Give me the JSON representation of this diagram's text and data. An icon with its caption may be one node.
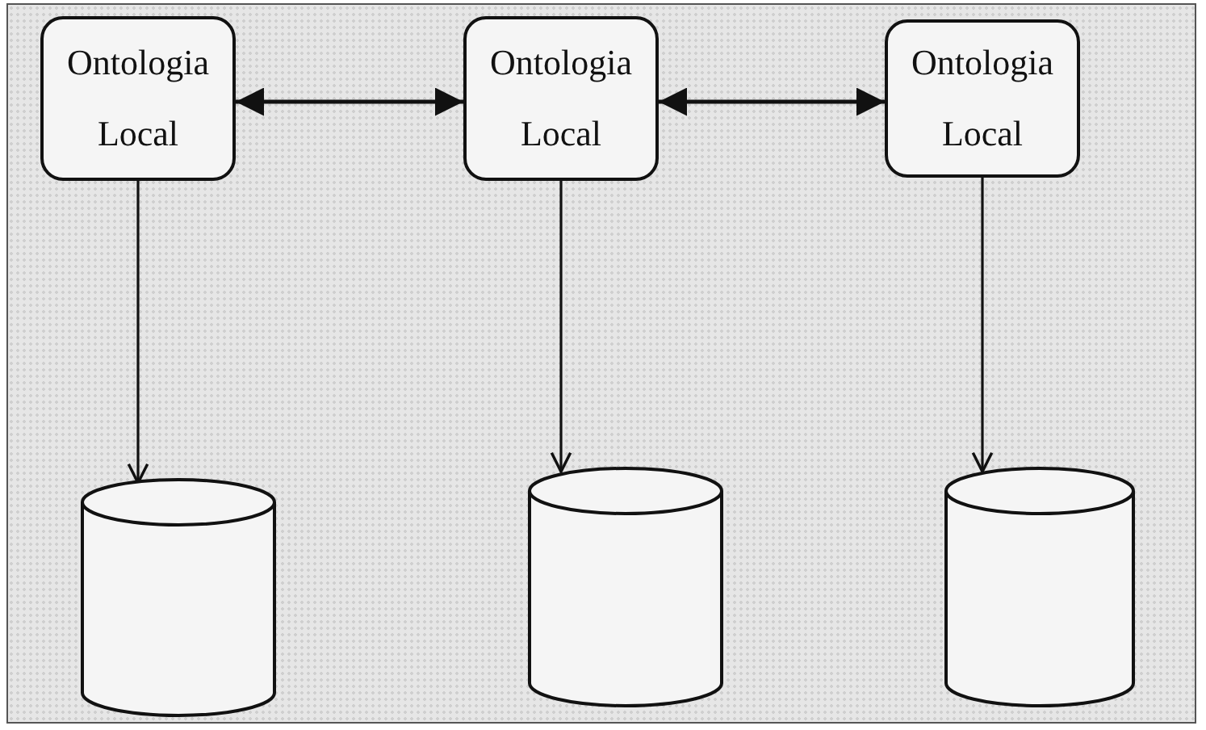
{
  "diagram": {
    "nodes": [
      {
        "text": [
          "Ontologia Local"
        ]
      },
      {
        "text": [
          "Ontologia Local"
        ]
      },
      {
        "text": [
          "Ontologia Local"
        ]
      },
      {
        "text": [],
        "shape": "cylinder"
      },
      {
        "text": [],
        "shape": "cylinder"
      },
      {
        "text": [],
        "shape": "cylinder"
      }
    ],
    "edges": [
      {
        "from": 0,
        "to": 1,
        "arrow": "both"
      },
      {
        "from": 1,
        "to": 2,
        "arrow": "both"
      },
      {
        "from": 0,
        "to": 3,
        "arrow": "to"
      },
      {
        "from": 1,
        "to": 4,
        "arrow": "to"
      },
      {
        "from": 2,
        "to": 5,
        "arrow": "to"
      }
    ]
  }
}
